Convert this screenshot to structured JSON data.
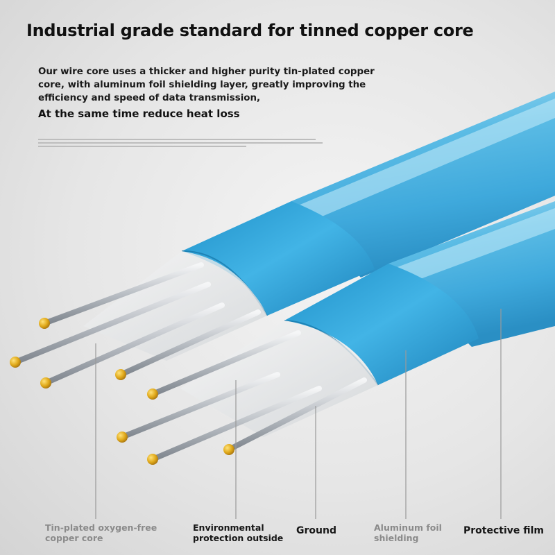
{
  "header": {
    "title": "Industrial grade standard for tinned copper core",
    "description": "Our wire core uses a thicker and higher purity tin-plated copper core, with aluminum foil shielding layer, greatly improving the efficiency and speed of data transmission,",
    "subline": "At the same time reduce heat loss"
  },
  "labels": {
    "copper_core": "Tin-plated oxygen-free copper core",
    "environmental": "Environmental protection outside",
    "ground": "Ground",
    "aluminum_foil": "Aluminum foil shielding",
    "protective_film": "Protective film"
  },
  "colors": {
    "cable_blue": "#4fb3df",
    "foil_blue": "#2aa2d8",
    "wire_tip_gold": "#e0b020",
    "wire_silver": "#c8ccd0"
  }
}
